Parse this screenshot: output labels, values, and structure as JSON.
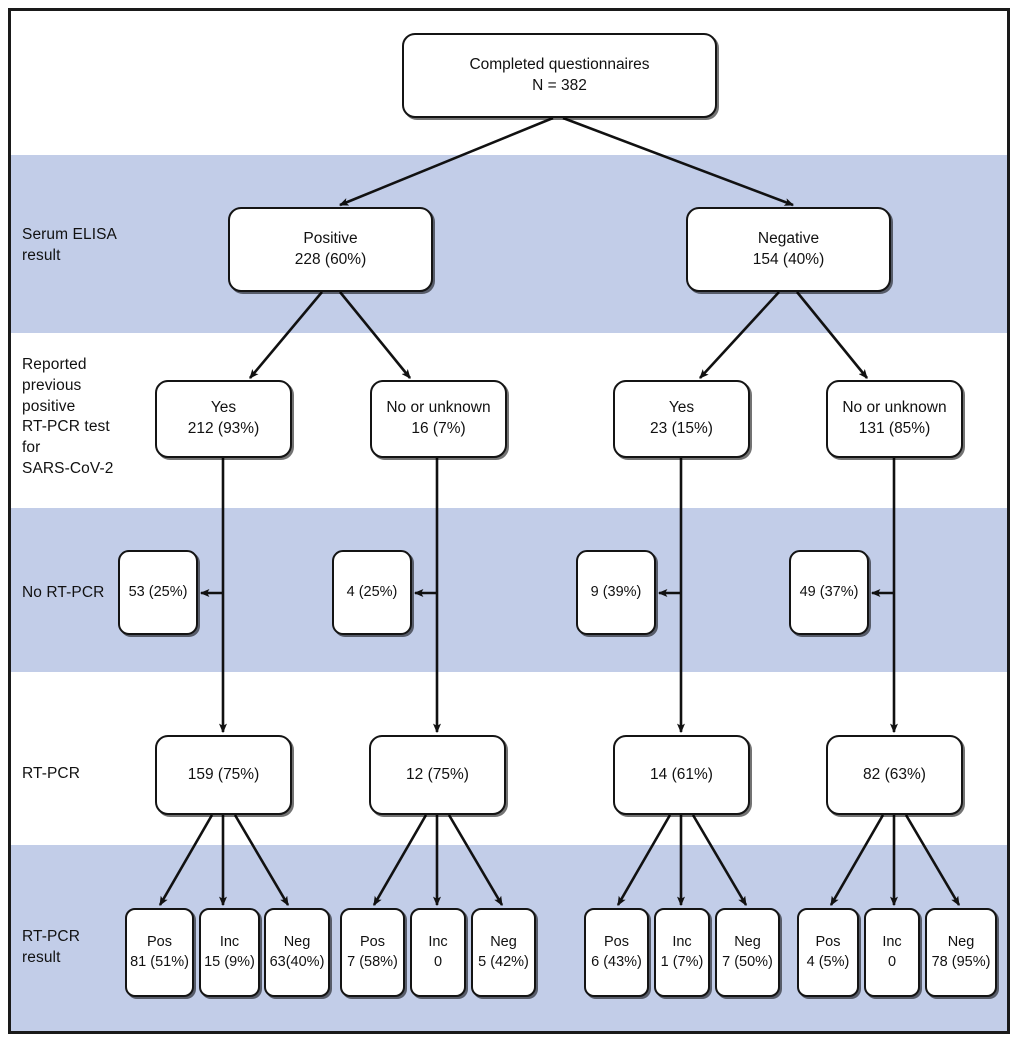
{
  "figure": {
    "type": "flowchart",
    "title_node": {
      "line1": "Completed questionnaires",
      "line2": "N = 382"
    },
    "band_color": "#c2cde8",
    "node_fill": "#ffffff",
    "node_stroke": "#141414"
  },
  "row_labels": {
    "elisa": "Serum ELISA\nresult",
    "reported": "Reported\nprevious\npositive\nRT-PCR test\nfor\nSARS-CoV-2",
    "no_rtpcr": "No RT-PCR",
    "rtpcr": "RT-PCR",
    "rtpcr_result": "RT-PCR\nresult"
  },
  "elisa": [
    {
      "line1": "Positive",
      "line2": "228 (60%)"
    },
    {
      "line1": "Negative",
      "line2": "154 (40%)"
    }
  ],
  "reported": [
    {
      "line1": "Yes",
      "line2": "212 (93%)"
    },
    {
      "line1": "No or unknown",
      "line2": "16 (7%)"
    },
    {
      "line1": "Yes",
      "line2": "23 (15%)"
    },
    {
      "line1": "No or unknown",
      "line2": "131 (85%)"
    }
  ],
  "no_rtpcr": [
    {
      "line1": "53 (25%)"
    },
    {
      "line1": "4 (25%)"
    },
    {
      "line1": "9 (39%)"
    },
    {
      "line1": "49 (37%)"
    }
  ],
  "rtpcr": [
    {
      "line1": "159 (75%)"
    },
    {
      "line1": "12 (75%)"
    },
    {
      "line1": "14 (61%)"
    },
    {
      "line1": "82 (63%)"
    }
  ],
  "results": [
    {
      "line1": "Pos",
      "line2": "81 (51%)"
    },
    {
      "line1": "Inc",
      "line2": "15 (9%)"
    },
    {
      "line1": "Neg",
      "line2": "63(40%)"
    },
    {
      "line1": "Pos",
      "line2": "7 (58%)"
    },
    {
      "line1": "Inc",
      "line2": "0"
    },
    {
      "line1": "Neg",
      "line2": "5 (42%)"
    },
    {
      "line1": "Pos",
      "line2": "6 (43%)"
    },
    {
      "line1": "Inc",
      "line2": "1 (7%)"
    },
    {
      "line1": "Neg",
      "line2": "7 (50%)"
    },
    {
      "line1": "Pos",
      "line2": "4 (5%)"
    },
    {
      "line1": "Inc",
      "line2": "0"
    },
    {
      "line1": "Neg",
      "line2": "78 (95%)"
    }
  ],
  "chart_data": {
    "type": "diagram",
    "title": "Completed questionnaires N = 382",
    "levels": [
      {
        "name": "Completed questionnaires",
        "nodes": [
          {
            "label": "Completed questionnaires",
            "value": 382,
            "pct": null
          }
        ]
      },
      {
        "name": "Serum ELISA result",
        "nodes": [
          {
            "label": "Positive",
            "value": 228,
            "pct": 60
          },
          {
            "label": "Negative",
            "value": 154,
            "pct": 40
          }
        ]
      },
      {
        "name": "Reported previous positive RT-PCR test for SARS-CoV-2",
        "nodes": [
          {
            "label": "Yes",
            "value": 212,
            "pct": 93,
            "parent": "Positive"
          },
          {
            "label": "No or unknown",
            "value": 16,
            "pct": 7,
            "parent": "Positive"
          },
          {
            "label": "Yes",
            "value": 23,
            "pct": 15,
            "parent": "Negative"
          },
          {
            "label": "No or unknown",
            "value": 131,
            "pct": 85,
            "parent": "Negative"
          }
        ]
      },
      {
        "name": "No RT-PCR",
        "nodes": [
          {
            "value": 53,
            "pct": 25
          },
          {
            "value": 4,
            "pct": 25
          },
          {
            "value": 9,
            "pct": 39
          },
          {
            "value": 49,
            "pct": 37
          }
        ]
      },
      {
        "name": "RT-PCR",
        "nodes": [
          {
            "value": 159,
            "pct": 75
          },
          {
            "value": 12,
            "pct": 75
          },
          {
            "value": 14,
            "pct": 61
          },
          {
            "value": 82,
            "pct": 63
          }
        ]
      },
      {
        "name": "RT-PCR result",
        "nodes": [
          {
            "label": "Pos",
            "value": 81,
            "pct": 51
          },
          {
            "label": "Inc",
            "value": 15,
            "pct": 9
          },
          {
            "label": "Neg",
            "value": 63,
            "pct": 40
          },
          {
            "label": "Pos",
            "value": 7,
            "pct": 58
          },
          {
            "label": "Inc",
            "value": 0,
            "pct": null
          },
          {
            "label": "Neg",
            "value": 5,
            "pct": 42
          },
          {
            "label": "Pos",
            "value": 6,
            "pct": 43
          },
          {
            "label": "Inc",
            "value": 1,
            "pct": 7
          },
          {
            "label": "Neg",
            "value": 7,
            "pct": 50
          },
          {
            "label": "Pos",
            "value": 4,
            "pct": 5
          },
          {
            "label": "Inc",
            "value": 0,
            "pct": null
          },
          {
            "label": "Neg",
            "value": 78,
            "pct": 95
          }
        ]
      }
    ]
  }
}
